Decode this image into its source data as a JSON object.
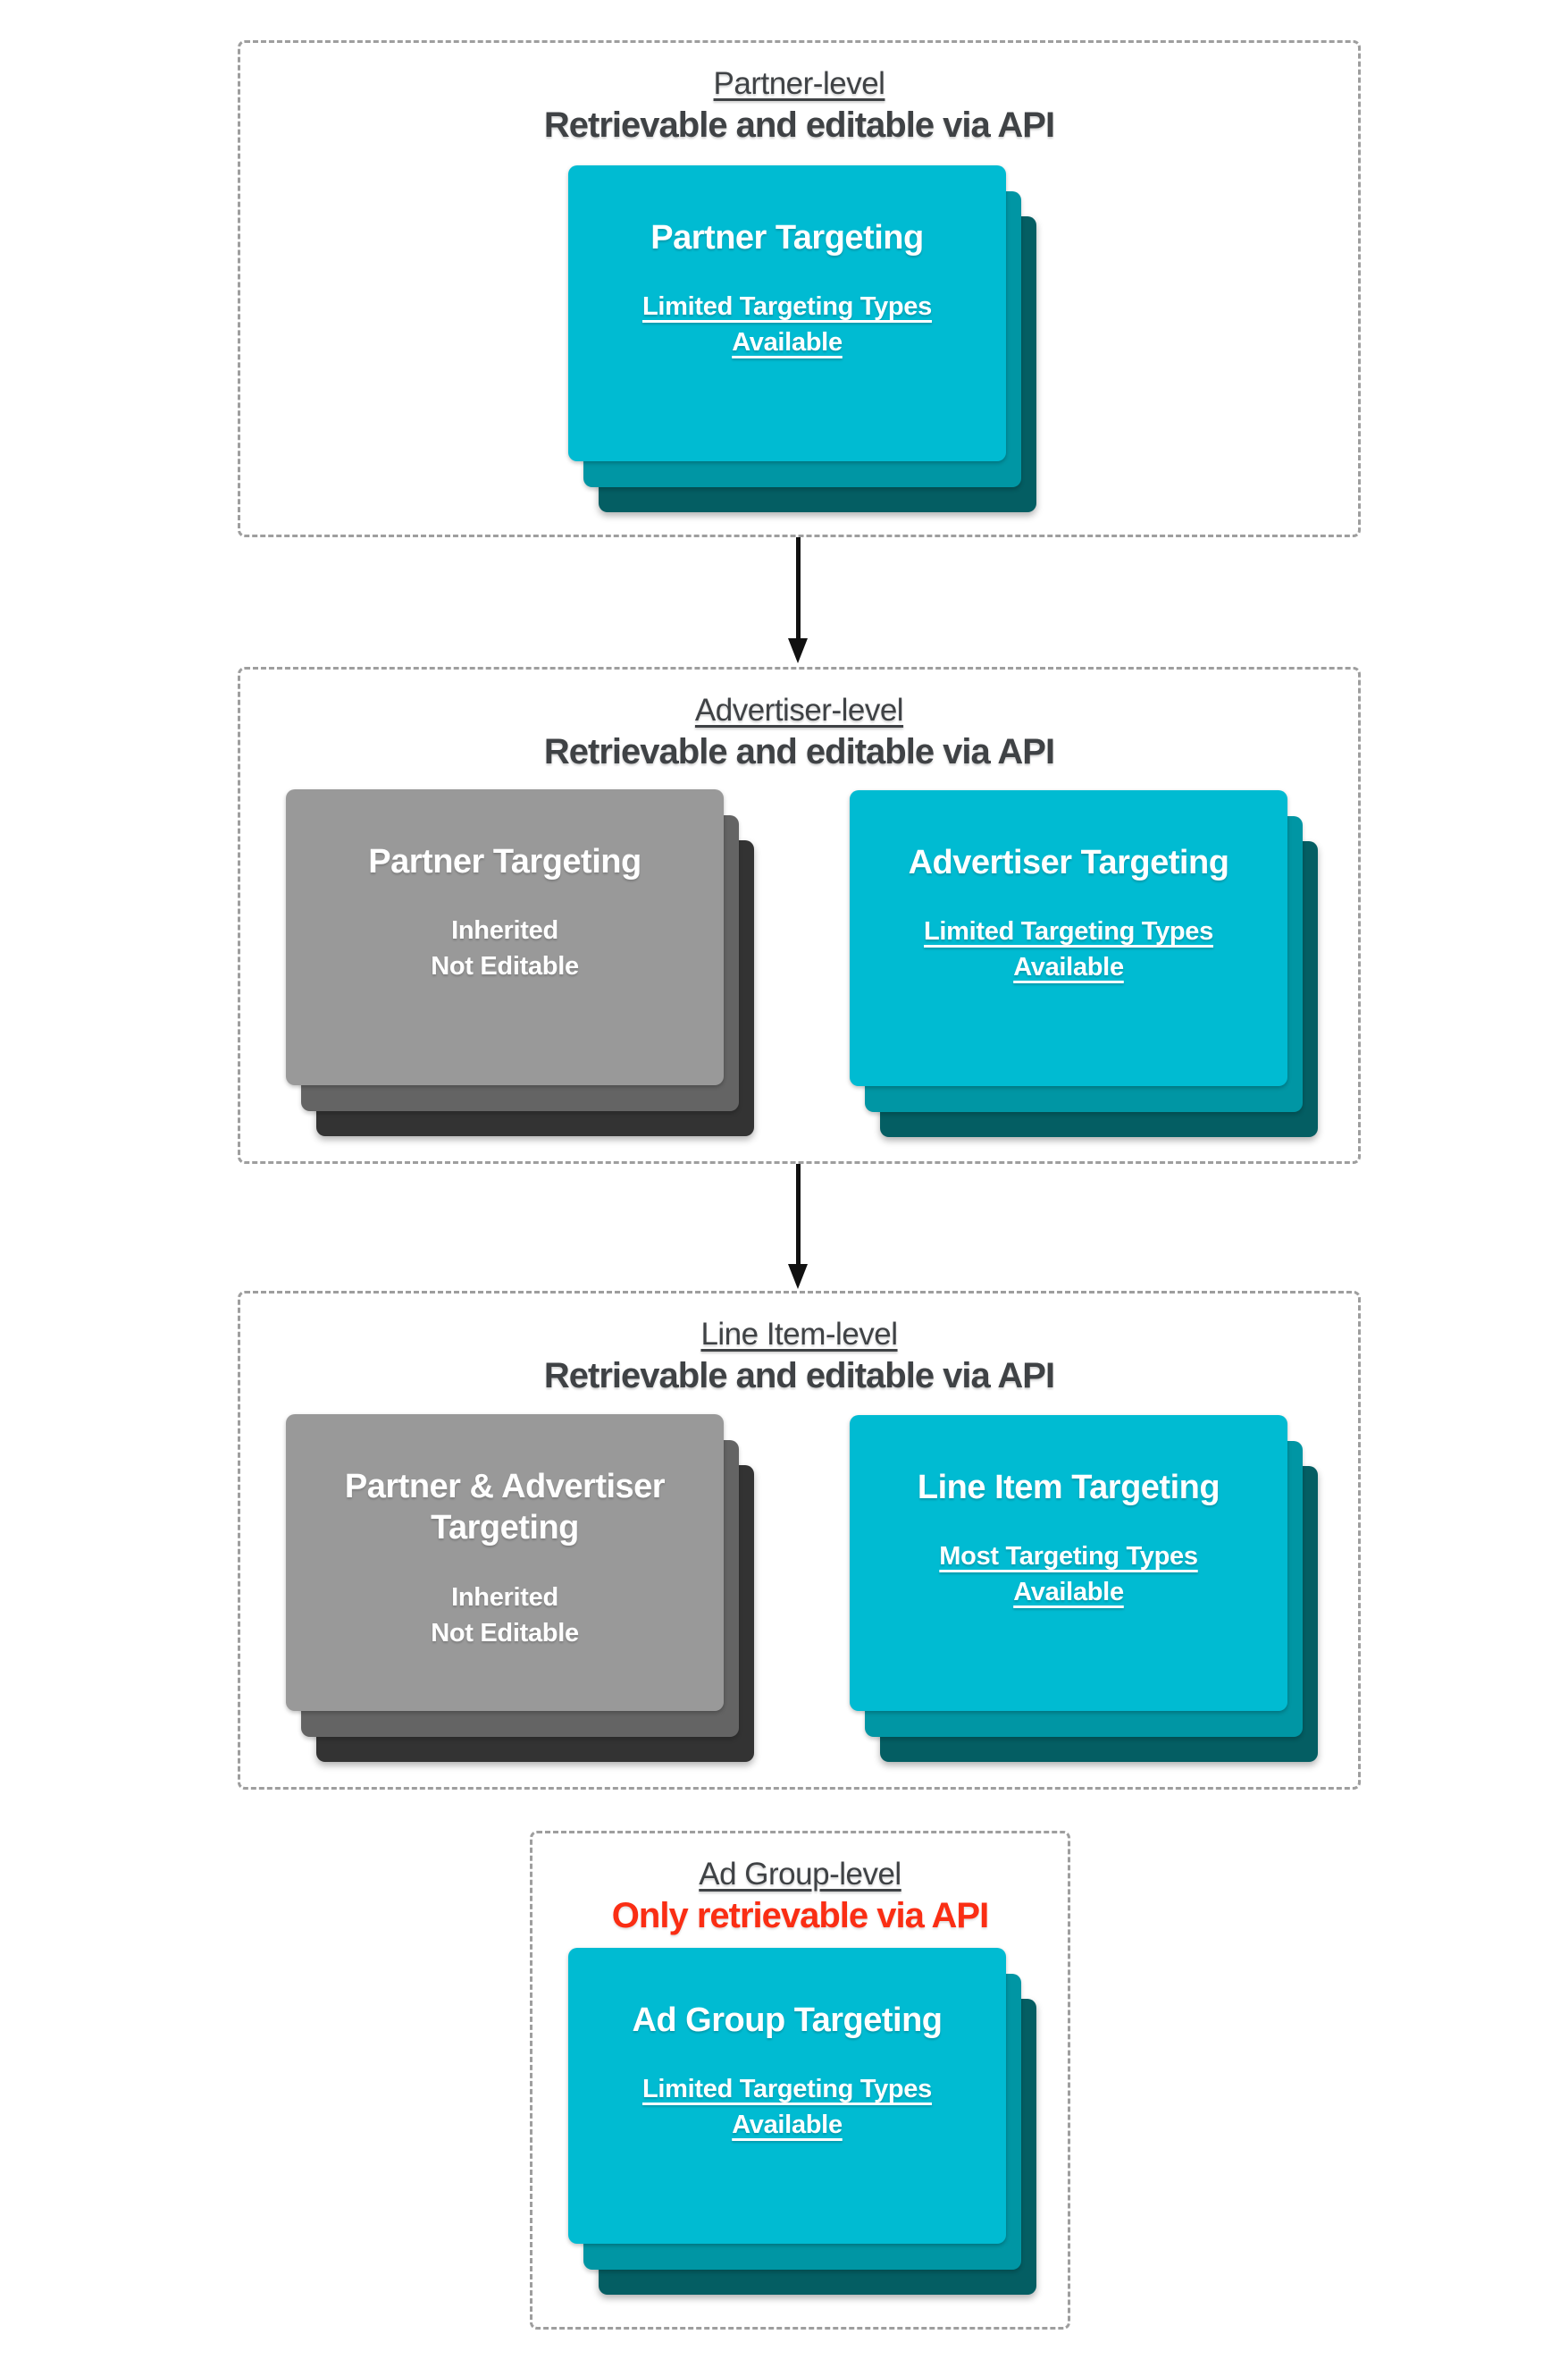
{
  "colors": {
    "teal-front": "#00bbd2",
    "teal-mid": "#0096a4",
    "teal-back": "#045e63",
    "gray-front": "#999999",
    "gray-mid": "#646464",
    "gray-back": "#333333",
    "header-text": "#3f4245",
    "red-text": "#fa2e14",
    "border": "#9e9e9e",
    "arrow": "#111111",
    "card-text": "#ffffff"
  },
  "sections": [
    {
      "id": "partner-level",
      "header": {
        "line1": "Partner-level",
        "line2": "Retrievable and editable via API"
      },
      "cards": [
        {
          "variant": "teal",
          "title": "Partner Targeting",
          "body": "Limited Targeting Types\nAvailable",
          "body_underlined": true
        }
      ]
    },
    {
      "id": "advertiser-level",
      "header": {
        "line1": "Advertiser-level",
        "line2": "Retrievable and editable via API"
      },
      "cards": [
        {
          "variant": "gray",
          "title": "Partner Targeting",
          "body": "Inherited\nNot Editable",
          "body_underlined": false
        },
        {
          "variant": "teal",
          "title": "Advertiser Targeting",
          "body": "Limited Targeting Types\nAvailable",
          "body_underlined": true
        }
      ]
    },
    {
      "id": "line-item-level",
      "header": {
        "line1": "Line Item-level",
        "line2": "Retrievable and editable via API"
      },
      "cards": [
        {
          "variant": "gray",
          "title": "Partner & Advertiser Targeting",
          "body": "Inherited\nNot Editable",
          "body_underlined": false
        },
        {
          "variant": "teal",
          "title": "Line Item Targeting",
          "body": "Most Targeting Types\nAvailable",
          "body_underlined": true
        }
      ]
    },
    {
      "id": "ad-group-level",
      "header": {
        "line1": "Ad Group-level",
        "line2": "Only retrievable via API"
      },
      "cards": [
        {
          "variant": "teal",
          "title": "Ad Group Targeting",
          "body": "Limited Targeting Types\nAvailable",
          "body_underlined": true
        }
      ]
    }
  ],
  "arrows": [
    {
      "from": "partner-level",
      "to": "advertiser-level",
      "direction": "down"
    },
    {
      "from": "advertiser-level",
      "to": "line-item-level",
      "direction": "down"
    }
  ]
}
